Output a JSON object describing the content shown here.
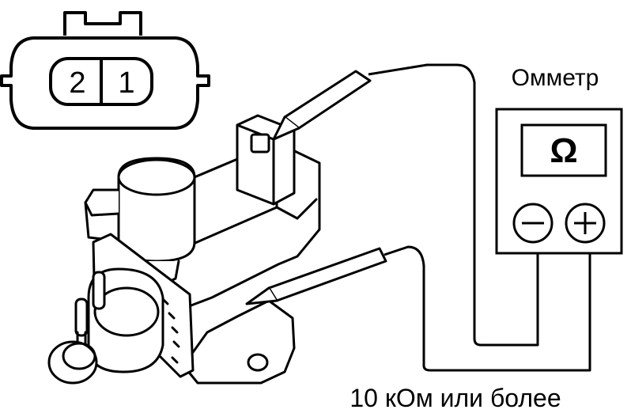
{
  "connector": {
    "pin_left": "2",
    "pin_right": "1"
  },
  "meter": {
    "title": "Омметр",
    "display_symbol": "Ω",
    "minus_terminal_icon": "minus-circle",
    "plus_terminal_icon": "plus-circle"
  },
  "result": {
    "text": "10 кОм или более"
  },
  "colors": {
    "line": "#000000",
    "background": "#ffffff"
  }
}
